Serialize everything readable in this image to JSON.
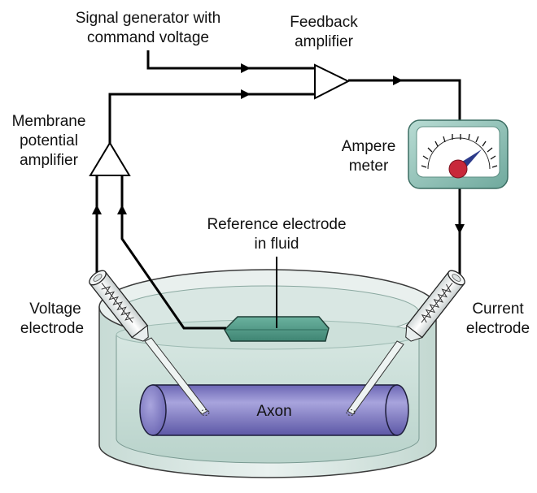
{
  "labels": {
    "signal_generator": [
      "Signal generator with",
      "command voltage"
    ],
    "feedback_amplifier": [
      "Feedback",
      "amplifier"
    ],
    "membrane_amplifier": [
      "Membrane",
      "potential",
      "amplifier"
    ],
    "ampere_meter": [
      "Ampere",
      "meter"
    ],
    "reference_electrode": [
      "Reference electrode",
      "in fluid"
    ],
    "voltage_electrode": [
      "Voltage",
      "electrode"
    ],
    "current_electrode": [
      "Current",
      "electrode"
    ],
    "axon": "Axon"
  },
  "colors": {
    "fluid": "#c6dcd5",
    "dish_rim": "#e6eeec",
    "axon": "#8d88cc",
    "reference_electrode": "#4f9a86",
    "meter_face": "#ffffff",
    "meter_body": "#8ec0b6",
    "meter_pivot": "#c8283a",
    "meter_needle": "#2c3a8a"
  },
  "icons": {
    "amplifier": "triangle-amplifier-icon",
    "meter": "ammeter-gauge-icon",
    "electrode": "glass-micropipette-icon"
  }
}
